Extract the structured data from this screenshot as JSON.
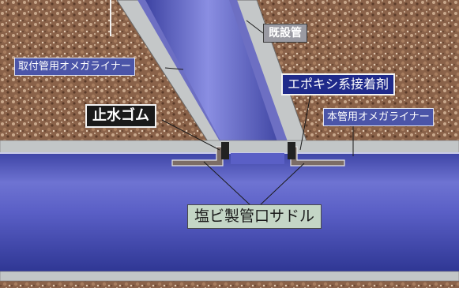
{
  "diagram": {
    "labels": {
      "existing_pipe": "既設管",
      "branch_omega_liner": "取付管用オメガライナー",
      "epoxy_adhesive": "エポキシ系接着剤",
      "water_stop_rubber": "止水ゴム",
      "main_omega_liner": "本管用オメガライナー",
      "pvc_saddle": "塩ビ製管口サドル"
    },
    "colors": {
      "pipe_blue": "#4c52b8",
      "concrete_gray": "#bfc3c4",
      "soil_brown": "#8a6249",
      "label_blue": "#4b55a8",
      "label_navy": "#1f2a8a"
    }
  }
}
